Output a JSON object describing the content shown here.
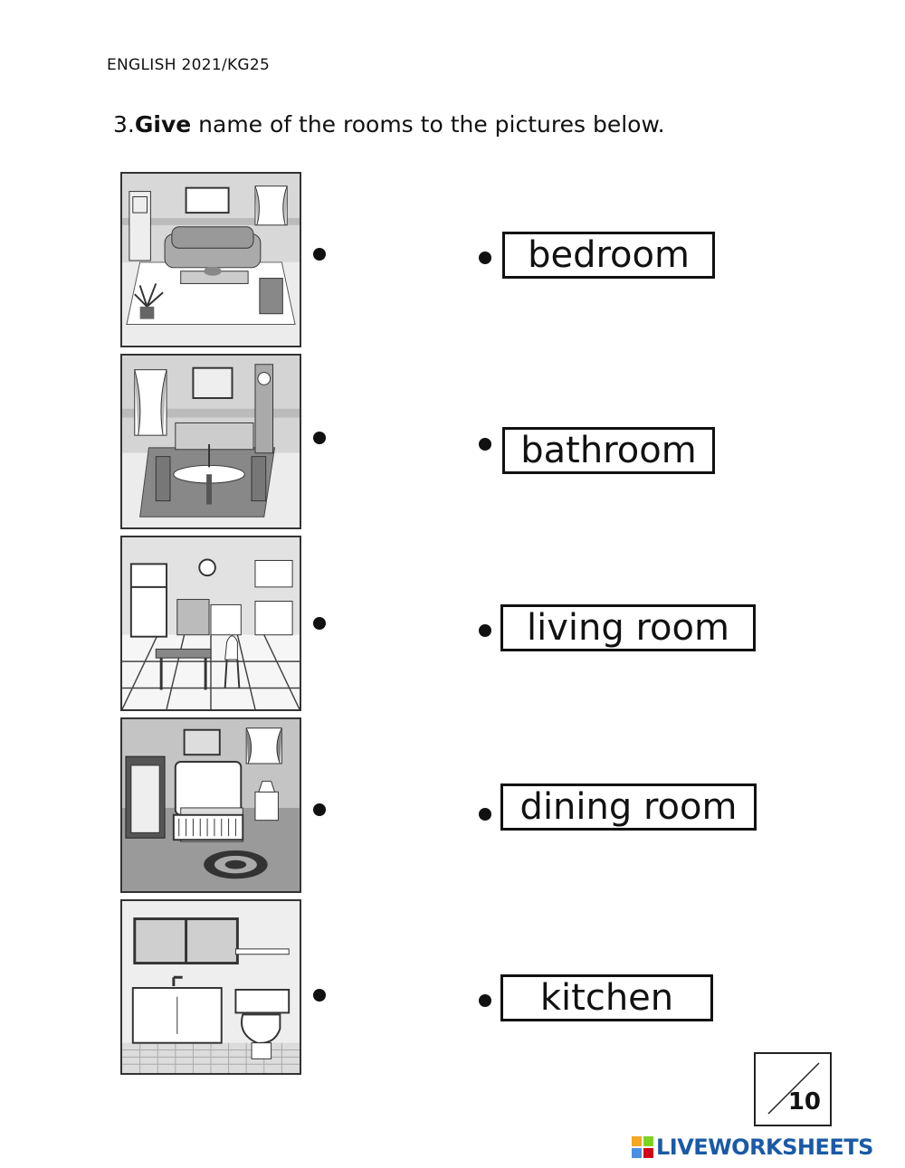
{
  "header": {
    "code": "ENGLISH 2021/KG25"
  },
  "instruction": {
    "number": "3.",
    "emphasis": "Give",
    "rest": " name of the rooms to the pictures below."
  },
  "pictures": [
    {
      "room_depicted": "living room",
      "icon": "living-room-picture"
    },
    {
      "room_depicted": "dining room",
      "icon": "dining-room-picture"
    },
    {
      "room_depicted": "kitchen",
      "icon": "kitchen-picture"
    },
    {
      "room_depicted": "bedroom",
      "icon": "bedroom-picture"
    },
    {
      "room_depicted": "bathroom",
      "icon": "bathroom-picture"
    }
  ],
  "words": [
    {
      "label": "bedroom"
    },
    {
      "label": "bathroom"
    },
    {
      "label": "living room"
    },
    {
      "label": "dining room"
    },
    {
      "label": "kitchen"
    }
  ],
  "score": {
    "total": "10"
  },
  "brand": {
    "name": "LIVEWORKSHEETS"
  },
  "colors": {
    "ink": "#111111",
    "brand_blue": "#1a5aa6"
  }
}
